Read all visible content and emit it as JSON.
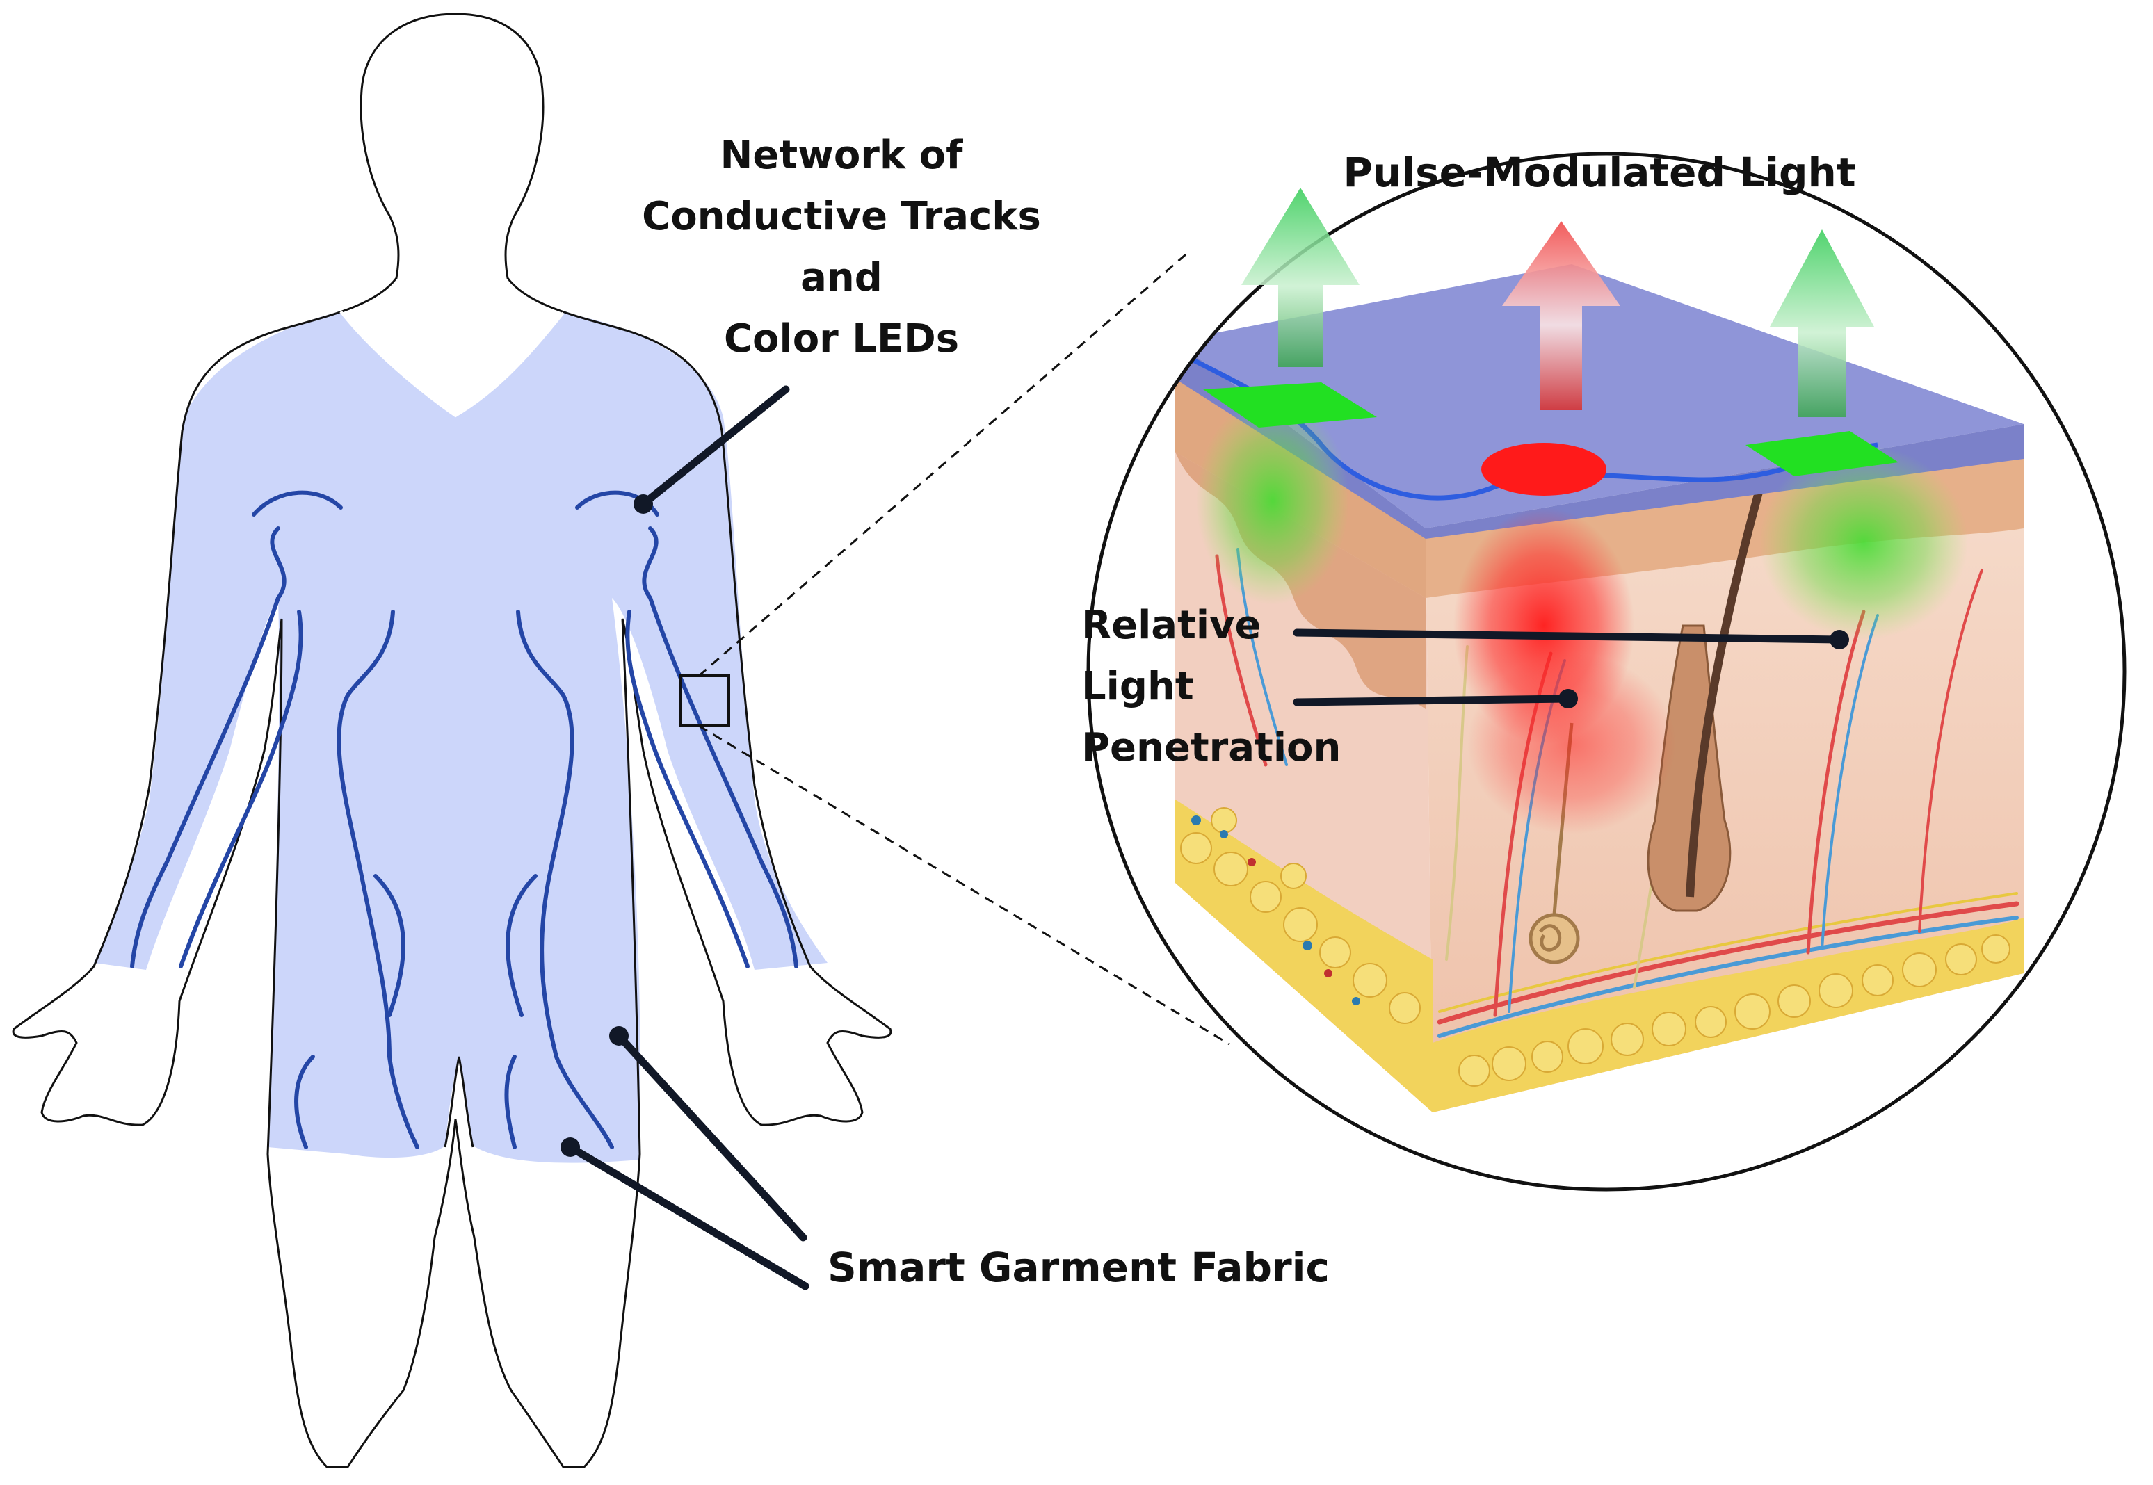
{
  "labels": {
    "network_line1": "Network of",
    "network_line2": "Conductive Tracks",
    "network_line3": "and",
    "network_line4": "Color LEDs",
    "pulse": "Pulse-Modulated Light",
    "relative_line1": "Relative",
    "relative_line2": "Light",
    "relative_line3": "Penetration",
    "smart": "Smart Garment Fabric"
  },
  "colors": {
    "garment_fill": "#ccd6fa",
    "track": "#2446a6",
    "body_outline": "#111111",
    "led_green": "#22e022",
    "led_red": "#ff1a1a",
    "fabric_top": "#8f95d8",
    "epidermis": "#e8b68a",
    "dermis": "#f4d3c4",
    "fat": "#f2d35c",
    "leader": "#111827"
  },
  "icons": [
    "up-arrow-icon"
  ]
}
